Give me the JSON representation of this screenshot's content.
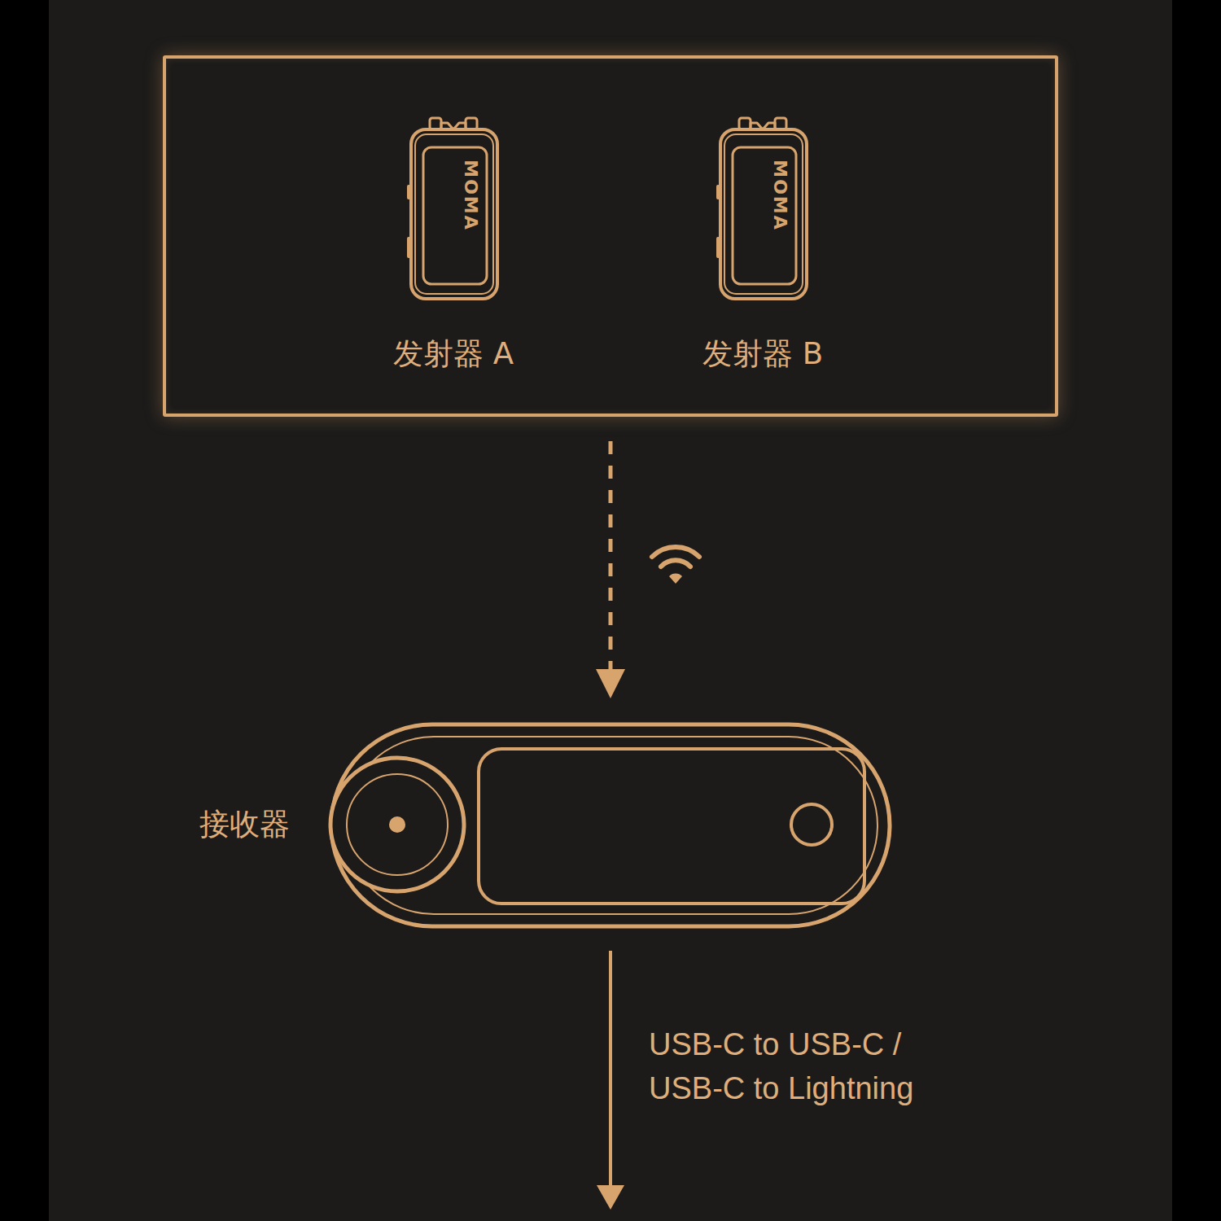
{
  "diagram": {
    "nodes": [
      {
        "text": []
      },
      {
        "text": [
          "MOMA",
          "发射器 A"
        ],
        "in": 0
      },
      {
        "text": [
          "MOMA",
          "发射器 B"
        ],
        "in": 0
      },
      {
        "text": [
          "接收器"
        ]
      }
    ],
    "edges": [
      {
        "from": 0,
        "to": 3,
        "arrow": "to"
      }
    ],
    "labels": [
      "USB-C to USB-C / USB-C to Lightning"
    ]
  }
}
